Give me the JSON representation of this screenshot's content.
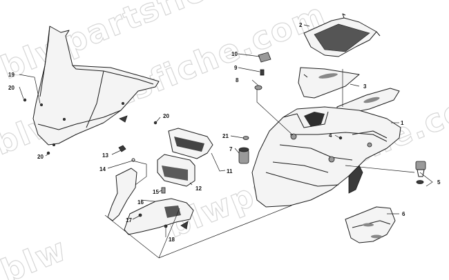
{
  "watermark": {
    "text_1": "blwpartsfiche.com",
    "text_2": "blwpartsfiche.com",
    "text_3": "blwpartsfiche.com",
    "text_4": "blw"
  },
  "callouts": {
    "c1": "1",
    "c2": "2",
    "c3": "3",
    "c4": "4",
    "c5": "5",
    "c6": "6",
    "c7": "7",
    "c8": "8",
    "c9": "9",
    "c10": "10",
    "c11": "11",
    "c12": "12",
    "c13": "13",
    "c14": "14",
    "c15": "15",
    "c16": "16",
    "c17": "17",
    "c18": "18",
    "c19": "19",
    "c20a": "20",
    "c20b": "20",
    "c20c": "20",
    "c21": "21"
  }
}
